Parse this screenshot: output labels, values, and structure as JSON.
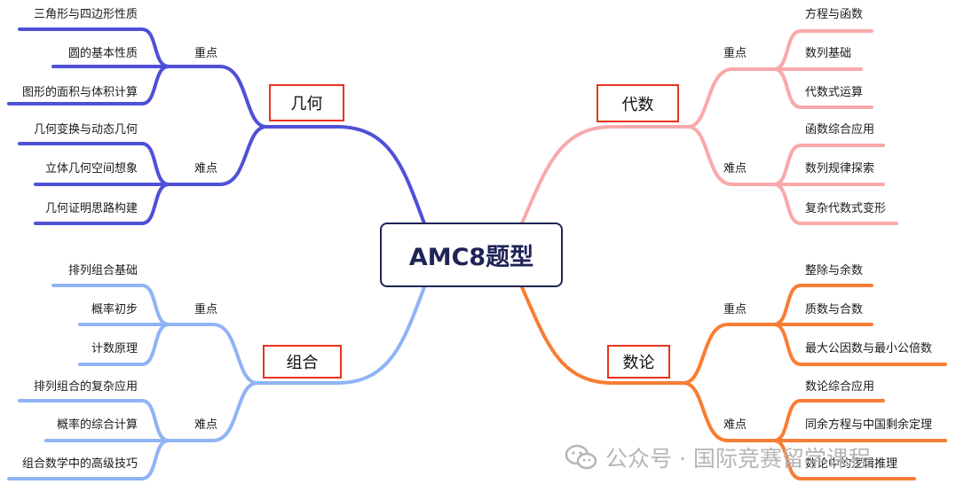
{
  "root": {
    "label": "AMC8题型"
  },
  "colors": {
    "geometry": "#4f50d8",
    "algebra": "#f9a9aa",
    "combinatorics": "#8fb4f5",
    "number_theory": "#f97d34",
    "root_border": "#1f2456",
    "box_border": "#e8321f"
  },
  "geometry": {
    "label": "几何",
    "key_label": "重点",
    "key_items": [
      "三角形与四边形性质",
      "圆的基本性质",
      "图形的面积与体积计算"
    ],
    "hard_label": "难点",
    "hard_items": [
      "几何变换与动态几何",
      "立体几何空间想象",
      "几何证明思路构建"
    ]
  },
  "algebra": {
    "label": "代数",
    "key_label": "重点",
    "key_items": [
      "方程与函数",
      "数列基础",
      "代数式运算"
    ],
    "hard_label": "难点",
    "hard_items": [
      "函数综合应用",
      "数列规律探索",
      "复杂代数式变形"
    ]
  },
  "combinatorics": {
    "label": "组合",
    "key_label": "重点",
    "key_items": [
      "排列组合基础",
      "概率初步",
      "计数原理"
    ],
    "hard_label": "难点",
    "hard_items": [
      "排列组合的复杂应用",
      "概率的综合计算",
      "组合数学中的高级技巧"
    ]
  },
  "number_theory": {
    "label": "数论",
    "key_label": "重点",
    "key_items": [
      "整除与余数",
      "质数与合数",
      "最大公因数与最小公倍数"
    ],
    "hard_label": "难点",
    "hard_items": [
      "数论综合应用",
      "同余方程与中国剩余定理",
      "数论中的逻辑推理"
    ]
  },
  "watermark": {
    "icon": "wechat-icon",
    "text": "公众号 · 国际竞赛留学课程"
  }
}
